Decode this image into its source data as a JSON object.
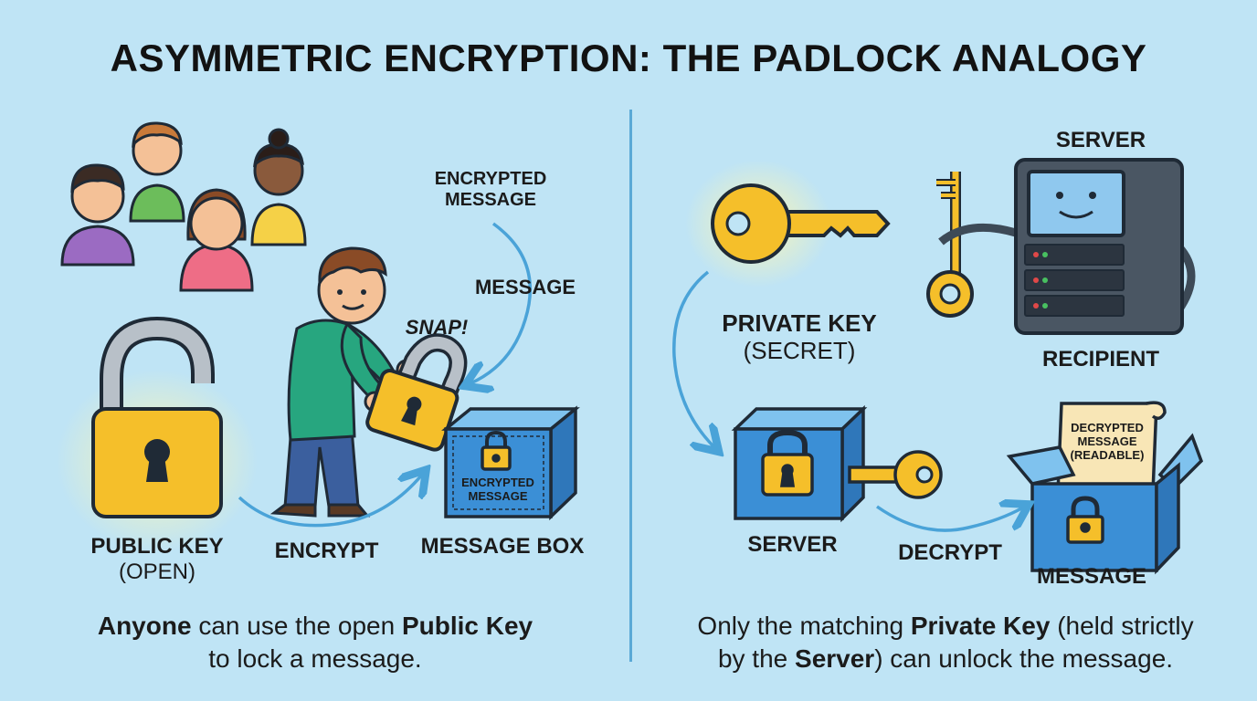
{
  "title": "ASYMMETRIC ENCRYPTION: THE PADLOCK ANALOGY",
  "left": {
    "encrypted_message_line1": "ENCRYPTED",
    "encrypted_message_line2": "MESSAGE",
    "message": "MESSAGE",
    "snap": "SNAP!",
    "public_key_line1": "PUBLIC KEY",
    "public_key_line2": "(OPEN)",
    "encrypt": "ENCRYPT",
    "message_box": "MESSAGE BOX",
    "box_label_line1": "ENCRYPTED",
    "box_label_line2": "MESSAGE",
    "caption_bold1": "Anyone",
    "caption_text1": " can use the open ",
    "caption_bold2": "Public Key",
    "caption_line2": "to lock a message."
  },
  "right": {
    "server_top": "SERVER",
    "private_key_line1": "PRIVATE KEY",
    "private_key_line2": "(SECRET)",
    "recipient": "RECIPIENT",
    "server_bottom": "SERVER",
    "decrypt": "DECRYPT",
    "message": "MESSAGE",
    "scroll_line1": "DECRYPTED",
    "scroll_line2": "MESSAGE",
    "scroll_line3": "(READABLE)",
    "caption_text1": "Only the matching ",
    "caption_bold1": "Private Key",
    "caption_text2": " (held strictly",
    "caption_text3": "by the ",
    "caption_bold2": "Server",
    "caption_text4": ") can unlock the message."
  },
  "colors": {
    "background": "#bfe4f5",
    "gold": "#f5bf2a",
    "box_blue": "#3b8fd6",
    "arrow_blue": "#4aa3d8",
    "outline": "#1f2a36"
  }
}
